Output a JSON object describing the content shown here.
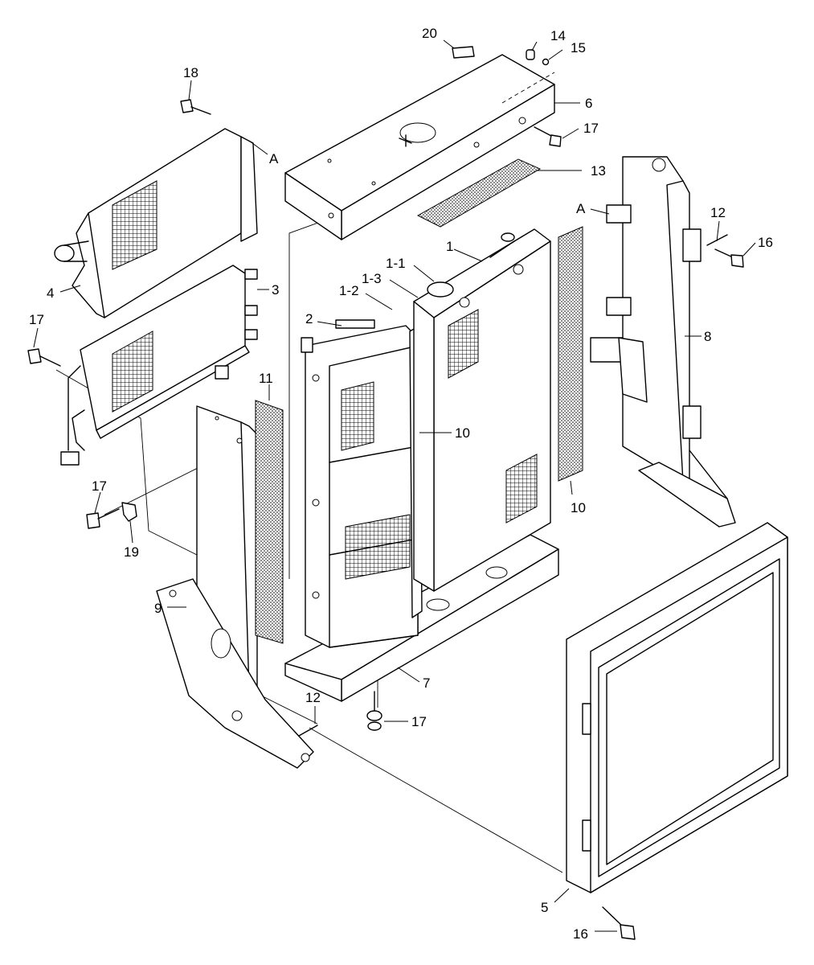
{
  "callouts": [
    {
      "id": "c20",
      "text": "20"
    },
    {
      "id": "c14",
      "text": "14"
    },
    {
      "id": "c15",
      "text": "15"
    },
    {
      "id": "c6",
      "text": "6"
    },
    {
      "id": "c17a",
      "text": "17"
    },
    {
      "id": "c18",
      "text": "18"
    },
    {
      "id": "cA1",
      "text": "A"
    },
    {
      "id": "c13",
      "text": "13"
    },
    {
      "id": "cA2",
      "text": "A"
    },
    {
      "id": "c12a",
      "text": "12"
    },
    {
      "id": "c16a",
      "text": "16"
    },
    {
      "id": "c1",
      "text": "1"
    },
    {
      "id": "c1_1",
      "text": "1-1"
    },
    {
      "id": "c1_3",
      "text": "1-3"
    },
    {
      "id": "c1_2",
      "text": "1-2"
    },
    {
      "id": "c4",
      "text": "4"
    },
    {
      "id": "c3",
      "text": "3"
    },
    {
      "id": "c2",
      "text": "2"
    },
    {
      "id": "c8",
      "text": "8"
    },
    {
      "id": "c17b",
      "text": "17"
    },
    {
      "id": "c11",
      "text": "11"
    },
    {
      "id": "c10a",
      "text": "10"
    },
    {
      "id": "c10b",
      "text": "10"
    },
    {
      "id": "c17c",
      "text": "17"
    },
    {
      "id": "c19",
      "text": "19"
    },
    {
      "id": "c9",
      "text": "9"
    },
    {
      "id": "c7",
      "text": "7"
    },
    {
      "id": "c12b",
      "text": "12"
    },
    {
      "id": "c17d",
      "text": "17"
    },
    {
      "id": "c5",
      "text": "5"
    },
    {
      "id": "c16b",
      "text": "16"
    }
  ]
}
